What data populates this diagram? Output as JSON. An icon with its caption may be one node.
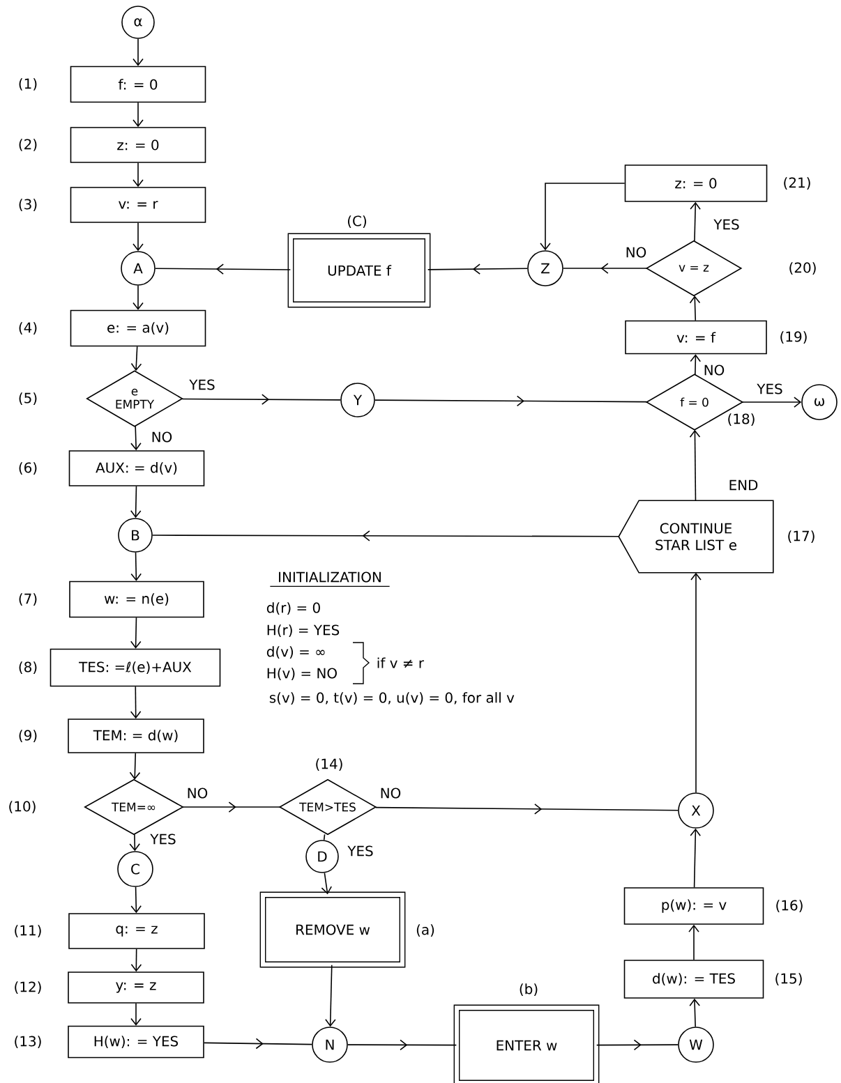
{
  "diagram": {
    "nodes": [
      {
        "text": [
          "α"
        ]
      },
      {
        "text": [
          "f: = 0"
        ],
        "beside": [
          "(1)"
        ]
      },
      {
        "text": [
          "z: = 0"
        ],
        "beside": [
          "(2)"
        ]
      },
      {
        "text": [
          "v: = r"
        ],
        "beside": [
          "(3)"
        ]
      },
      {
        "text": [
          "A"
        ]
      },
      {
        "text": [
          "UPDATE f"
        ],
        "beside": [
          "(C)"
        ]
      },
      {
        "text": [
          "Z"
        ]
      },
      {
        "text": [
          "v = z"
        ],
        "beside": [
          "(20)"
        ]
      },
      {
        "text": [
          "z: = 0"
        ],
        "beside": [
          "(21)"
        ]
      },
      {
        "text": [
          "e: = a(v)"
        ],
        "beside": [
          "(4)"
        ]
      },
      {
        "text": [
          "e EMPTY"
        ],
        "beside": [
          "(5)"
        ]
      },
      {
        "text": [
          "Y"
        ]
      },
      {
        "text": [
          "f = 0"
        ],
        "beside": [
          "(18)"
        ]
      },
      {
        "text": [
          "ω"
        ]
      },
      {
        "text": [
          "v: = f"
        ],
        "beside": [
          "(19)"
        ]
      },
      {
        "text": [
          "AUX: = d(v)"
        ],
        "beside": [
          "(6)"
        ]
      },
      {
        "text": [
          "B"
        ]
      },
      {
        "text": [
          "CONTINUE STAR LIST e"
        ],
        "beside": [
          "(17)"
        ]
      },
      {
        "text": [
          "w: = n(e)"
        ],
        "beside": [
          "(7)"
        ]
      },
      {
        "text": [
          "TES: =ℓ(e)+AUX"
        ],
        "beside": [
          "(8)"
        ]
      },
      {
        "text": [
          "TEM: = d(w)"
        ],
        "beside": [
          "(9)"
        ]
      },
      {
        "text": [
          "TEM=∞"
        ],
        "beside": [
          "(10)"
        ]
      },
      {
        "text": [
          "TEM>TES"
        ],
        "beside": [
          "(14)"
        ]
      },
      {
        "text": [
          "X"
        ]
      },
      {
        "text": [
          "C"
        ]
      },
      {
        "text": [
          "D"
        ]
      },
      {
        "text": [
          "REMOVE w"
        ],
        "beside": [
          "(a)"
        ]
      },
      {
        "text": [
          "q: = z"
        ],
        "beside": [
          "(11)"
        ]
      },
      {
        "text": [
          "y: = z"
        ],
        "beside": [
          "(12)"
        ]
      },
      {
        "text": [
          "H(w): = YES"
        ],
        "beside": [
          "(13)"
        ]
      },
      {
        "text": [
          "N"
        ]
      },
      {
        "text": [
          "ENTER w"
        ],
        "beside": [
          "(b)"
        ]
      },
      {
        "text": [
          "W"
        ]
      },
      {
        "text": [
          "d(w): = TES"
        ],
        "beside": [
          "(15)"
        ]
      },
      {
        "text": [
          "p(w): = v"
        ],
        "beside": [
          "(16)"
        ]
      }
    ],
    "edges": [
      {
        "from": 0,
        "to": 1,
        "arrow": "to"
      },
      {
        "from": 1,
        "to": 2,
        "arrow": "to"
      },
      {
        "from": 2,
        "to": 3,
        "arrow": "to"
      },
      {
        "from": 3,
        "to": 4,
        "arrow": "to"
      },
      {
        "from": 5,
        "to": 4,
        "arrow": "to"
      },
      {
        "from": 6,
        "to": 5,
        "arrow": "to"
      },
      {
        "from": 7,
        "to": 6,
        "arrow": "to",
        "label": "NO"
      },
      {
        "from": 8,
        "to": 6,
        "arrow": "to"
      },
      {
        "from": 7,
        "to": 8,
        "arrow": "to",
        "label": "YES"
      },
      {
        "from": 4,
        "to": 9,
        "arrow": "to"
      },
      {
        "from": 9,
        "to": 10,
        "arrow": "to"
      },
      {
        "from": 10,
        "to": 11,
        "arrow": "to",
        "label": "YES"
      },
      {
        "from": 11,
        "to": 12,
        "arrow": "to"
      },
      {
        "from": 12,
        "to": 13,
        "arrow": "to",
        "label": "YES"
      },
      {
        "from": 12,
        "to": 14,
        "arrow": "to",
        "label": "NO"
      },
      {
        "from": 14,
        "to": 7,
        "arrow": "to"
      },
      {
        "from": 10,
        "to": 15,
        "arrow": "to",
        "label": "NO"
      },
      {
        "from": 15,
        "to": 16,
        "arrow": "to"
      },
      {
        "from": 17,
        "to": 16,
        "arrow": "to"
      },
      {
        "from": 17,
        "to": 12,
        "arrow": "to",
        "label": "END"
      },
      {
        "from": 16,
        "to": 18,
        "arrow": "to"
      },
      {
        "from": 18,
        "to": 19,
        "arrow": "to"
      },
      {
        "from": 19,
        "to": 20,
        "arrow": "to"
      },
      {
        "from": 20,
        "to": 21,
        "arrow": "to"
      },
      {
        "from": 21,
        "to": 22,
        "arrow": "to",
        "label": "NO"
      },
      {
        "from": 21,
        "to": 24,
        "arrow": "to",
        "label": "YES"
      },
      {
        "from": 22,
        "to": 23,
        "arrow": "to",
        "label": "NO"
      },
      {
        "from": 22,
        "to": 25,
        "arrow": "none",
        "label": "YES"
      },
      {
        "from": 25,
        "to": 26,
        "arrow": "to"
      },
      {
        "from": 26,
        "to": 30,
        "arrow": "to"
      },
      {
        "from": 24,
        "to": 27,
        "arrow": "to"
      },
      {
        "from": 27,
        "to": 28,
        "arrow": "to"
      },
      {
        "from": 28,
        "to": 29,
        "arrow": "to"
      },
      {
        "from": 29,
        "to": 30,
        "arrow": "to"
      },
      {
        "from": 30,
        "to": 31,
        "arrow": "to"
      },
      {
        "from": 31,
        "to": 32,
        "arrow": "to"
      },
      {
        "from": 32,
        "to": 33,
        "arrow": "to"
      },
      {
        "from": 33,
        "to": 34,
        "arrow": "to"
      },
      {
        "from": 34,
        "to": 23,
        "arrow": "to"
      },
      {
        "from": 23,
        "to": 17,
        "arrow": "to"
      }
    ],
    "labels": [
      "INITIALIZATION",
      "d(r) = 0",
      "H(r) = YES",
      "d(v) = ∞",
      "H(v) = NO",
      "if v ≠ r",
      "s(v) = 0, t(v) = 0, u(v) = 0, for all v"
    ]
  }
}
